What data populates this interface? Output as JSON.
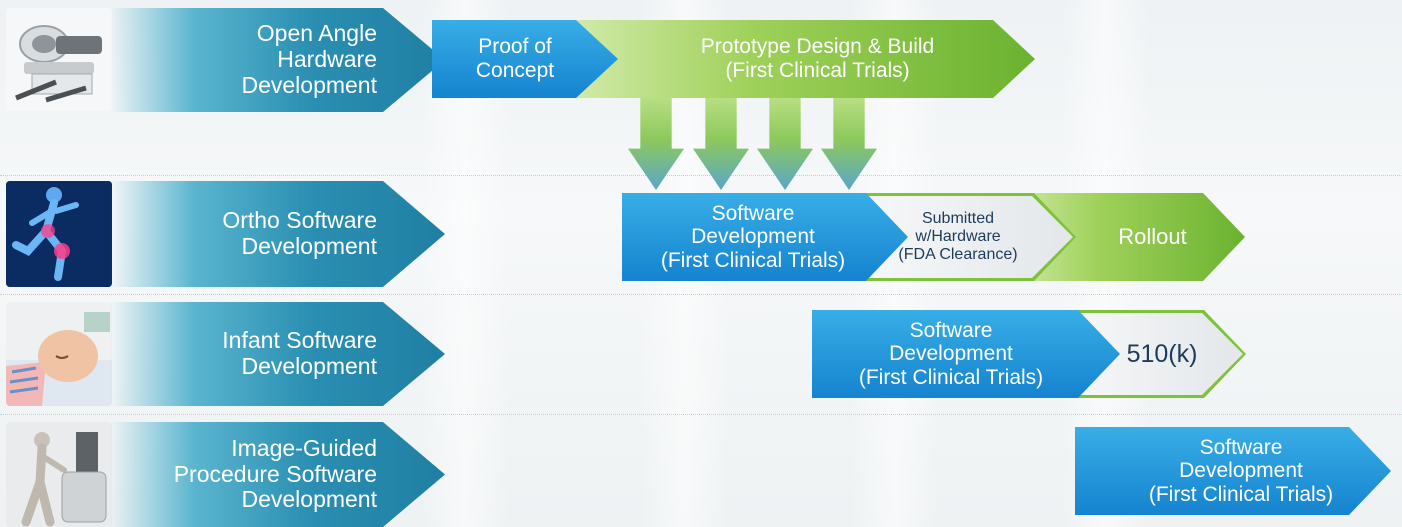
{
  "rows": [
    {
      "label": "Open Angle\nHardware\nDevelopment",
      "image": "open-angle-hardware-device"
    },
    {
      "label": "Ortho Software\nDevelopment",
      "image": "ortho-running-figure"
    },
    {
      "label": "Infant Software\nDevelopment",
      "image": "sleeping-infant"
    },
    {
      "label": "Image-Guided\nProcedure Software\nDevelopment",
      "image": "image-guided-procedure-figure"
    }
  ],
  "stages": {
    "proof_of_concept": "Proof of\nConcept",
    "prototype": "Prototype Design & Build\n(First Clinical Trials)",
    "ortho_software": "Software\nDevelopment\n(First Clinical Trials)",
    "submitted": "Submitted\nw/Hardware\n(FDA Clearance)",
    "rollout": "Rollout",
    "infant_software": "Software\nDevelopment\n(First Clinical Trials)",
    "k510": "510(k)",
    "igp_software": "Software\nDevelopment\n(First Clinical Trials)"
  },
  "colors": {
    "blue": "#1e8fd9",
    "green": "#7ec23a",
    "teal": "#2a8fb2",
    "gray": "#e3e8eb"
  }
}
